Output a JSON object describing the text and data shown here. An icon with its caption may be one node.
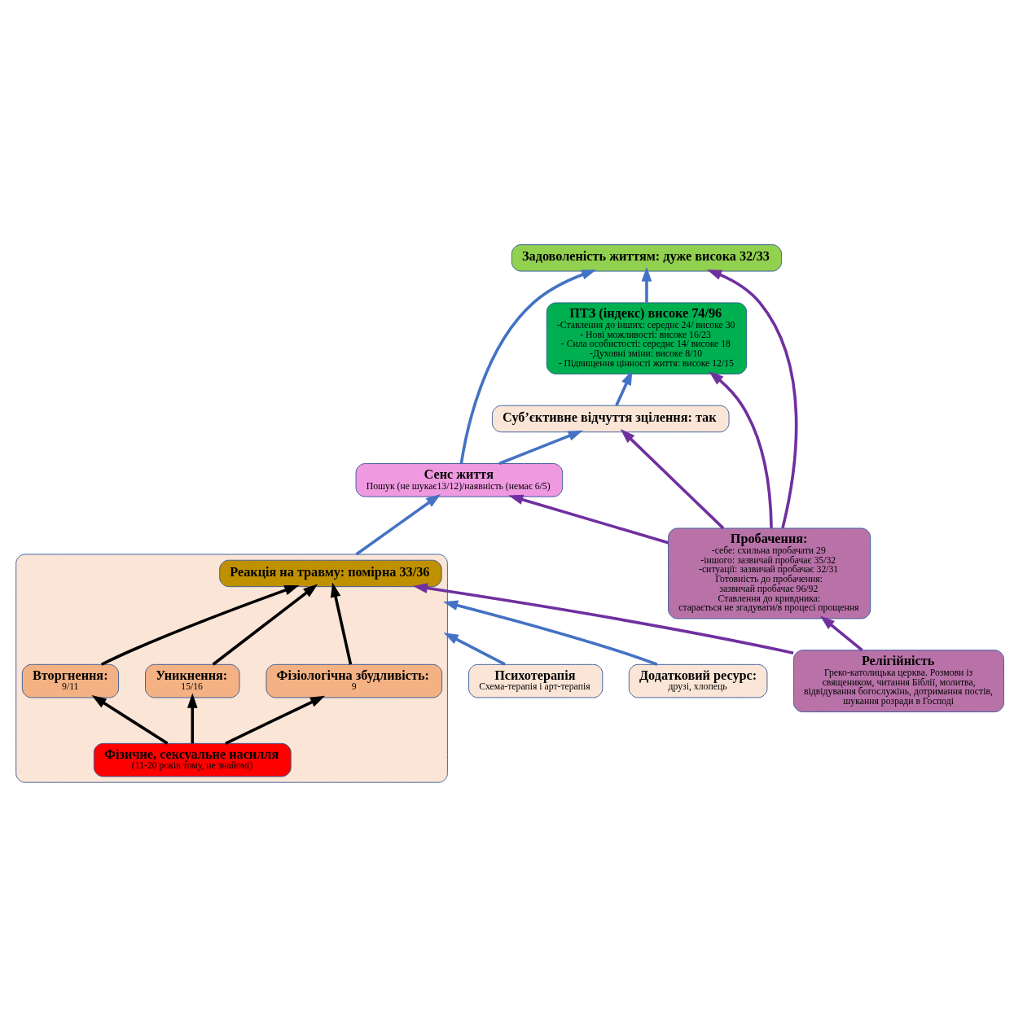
{
  "diagram": {
    "nodes": [
      {
        "text": [
          "ПТЗ (індекс) високе 74/96",
          "-Ставлення до інших: середнє 24/ високе 30",
          "- Нові можливості: високе 16/23",
          "- Сила особистості: середнє 14/ високе 18",
          "-Духовні зміни: високе 8/10",
          "- Підвищення цінності життя: високе 12/15"
        ]
      },
      {
        "text": [
          "Задоволеність життям: дуже висока 32/33"
        ]
      },
      {
        "text": [
          "Пробачення:",
          "-себе: схильна пробачати 29",
          "-іншого: зазвичай пробачає 35/32",
          "-ситуації: зазвичай пробачає 32/31",
          "Готовність до пробачення:",
          "зазвичай пробачає 96/92",
          "Ставлення до кривдника:",
          "старається не згадувати/в процесі прощення"
        ]
      },
      {
        "text": [
          "Суб’єктивне відчуття зцілення: так"
        ]
      },
      {
        "text": [
          "Сенс життя",
          "Пошук (не шукає13/12)/наявність (немає 6/5)"
        ]
      },
      {
        "text": [
          "Релігійність",
          "Греко-католицька церква. Розмови із священиком, читання Біблії, молитва, відвідування богослужінь, дотримання постів, шукання розради в Господі"
        ]
      },
      {
        "text": [],
        "shape": "box"
      },
      {
        "text": [
          "Реакція на травму: помірна 33/36"
        ],
        "in": 6
      },
      {
        "text": [
          "Вторгнення:",
          "9/11"
        ],
        "in": 6
      },
      {
        "text": [
          "Уникнення:",
          "15/16"
        ],
        "in": 6
      },
      {
        "text": [
          "Фізіологічна збудливість:",
          "9"
        ],
        "in": 6
      },
      {
        "text": [
          "Фізичне, сексуальне насилля",
          "(11-20 років тому, не знайомі)"
        ],
        "in": 6
      },
      {
        "text": [
          "Психотерапія",
          "Схема-терапія і арт-терапія"
        ]
      },
      {
        "text": [
          "Додатковий ресурс:",
          "друзі, хлопець"
        ]
      }
    ],
    "edges": [
      {
        "from": 0,
        "to": 1,
        "arrow": "to"
      },
      {
        "from": 2,
        "to": 1,
        "arrow": "to",
        "color": "#7030a0"
      },
      {
        "from": 2,
        "to": 0,
        "arrow": "to",
        "color": "#7030a0"
      },
      {
        "from": 2,
        "to": 3,
        "arrow": "to",
        "color": "#7030a0"
      },
      {
        "from": 2,
        "to": 4,
        "arrow": "to",
        "color": "#7030a0"
      },
      {
        "from": 3,
        "to": 0,
        "arrow": "to"
      },
      {
        "from": 4,
        "to": 3,
        "arrow": "to"
      },
      {
        "from": 4,
        "to": 1,
        "arrow": "to"
      },
      {
        "from": 6,
        "to": 4,
        "arrow": "to"
      },
      {
        "from": 5,
        "to": 2,
        "arrow": "to",
        "color": "#7030a0"
      },
      {
        "from": 5,
        "to": 7,
        "arrow": "to",
        "color": "#7030a0"
      },
      {
        "from": 8,
        "to": 7,
        "arrow": "to",
        "color": "#000000"
      },
      {
        "from": 9,
        "to": 7,
        "arrow": "to",
        "color": "#000000"
      },
      {
        "from": 10,
        "to": 7,
        "arrow": "to",
        "color": "#000000"
      },
      {
        "from": 11,
        "to": 8,
        "arrow": "to",
        "color": "#000000"
      },
      {
        "from": 11,
        "to": 9,
        "arrow": "to",
        "color": "#000000"
      },
      {
        "from": 11,
        "to": 10,
        "arrow": "to",
        "color": "#000000"
      },
      {
        "from": 12,
        "to": 6,
        "arrow": "to"
      },
      {
        "from": 13,
        "to": 6,
        "arrow": "to"
      }
    ]
  }
}
